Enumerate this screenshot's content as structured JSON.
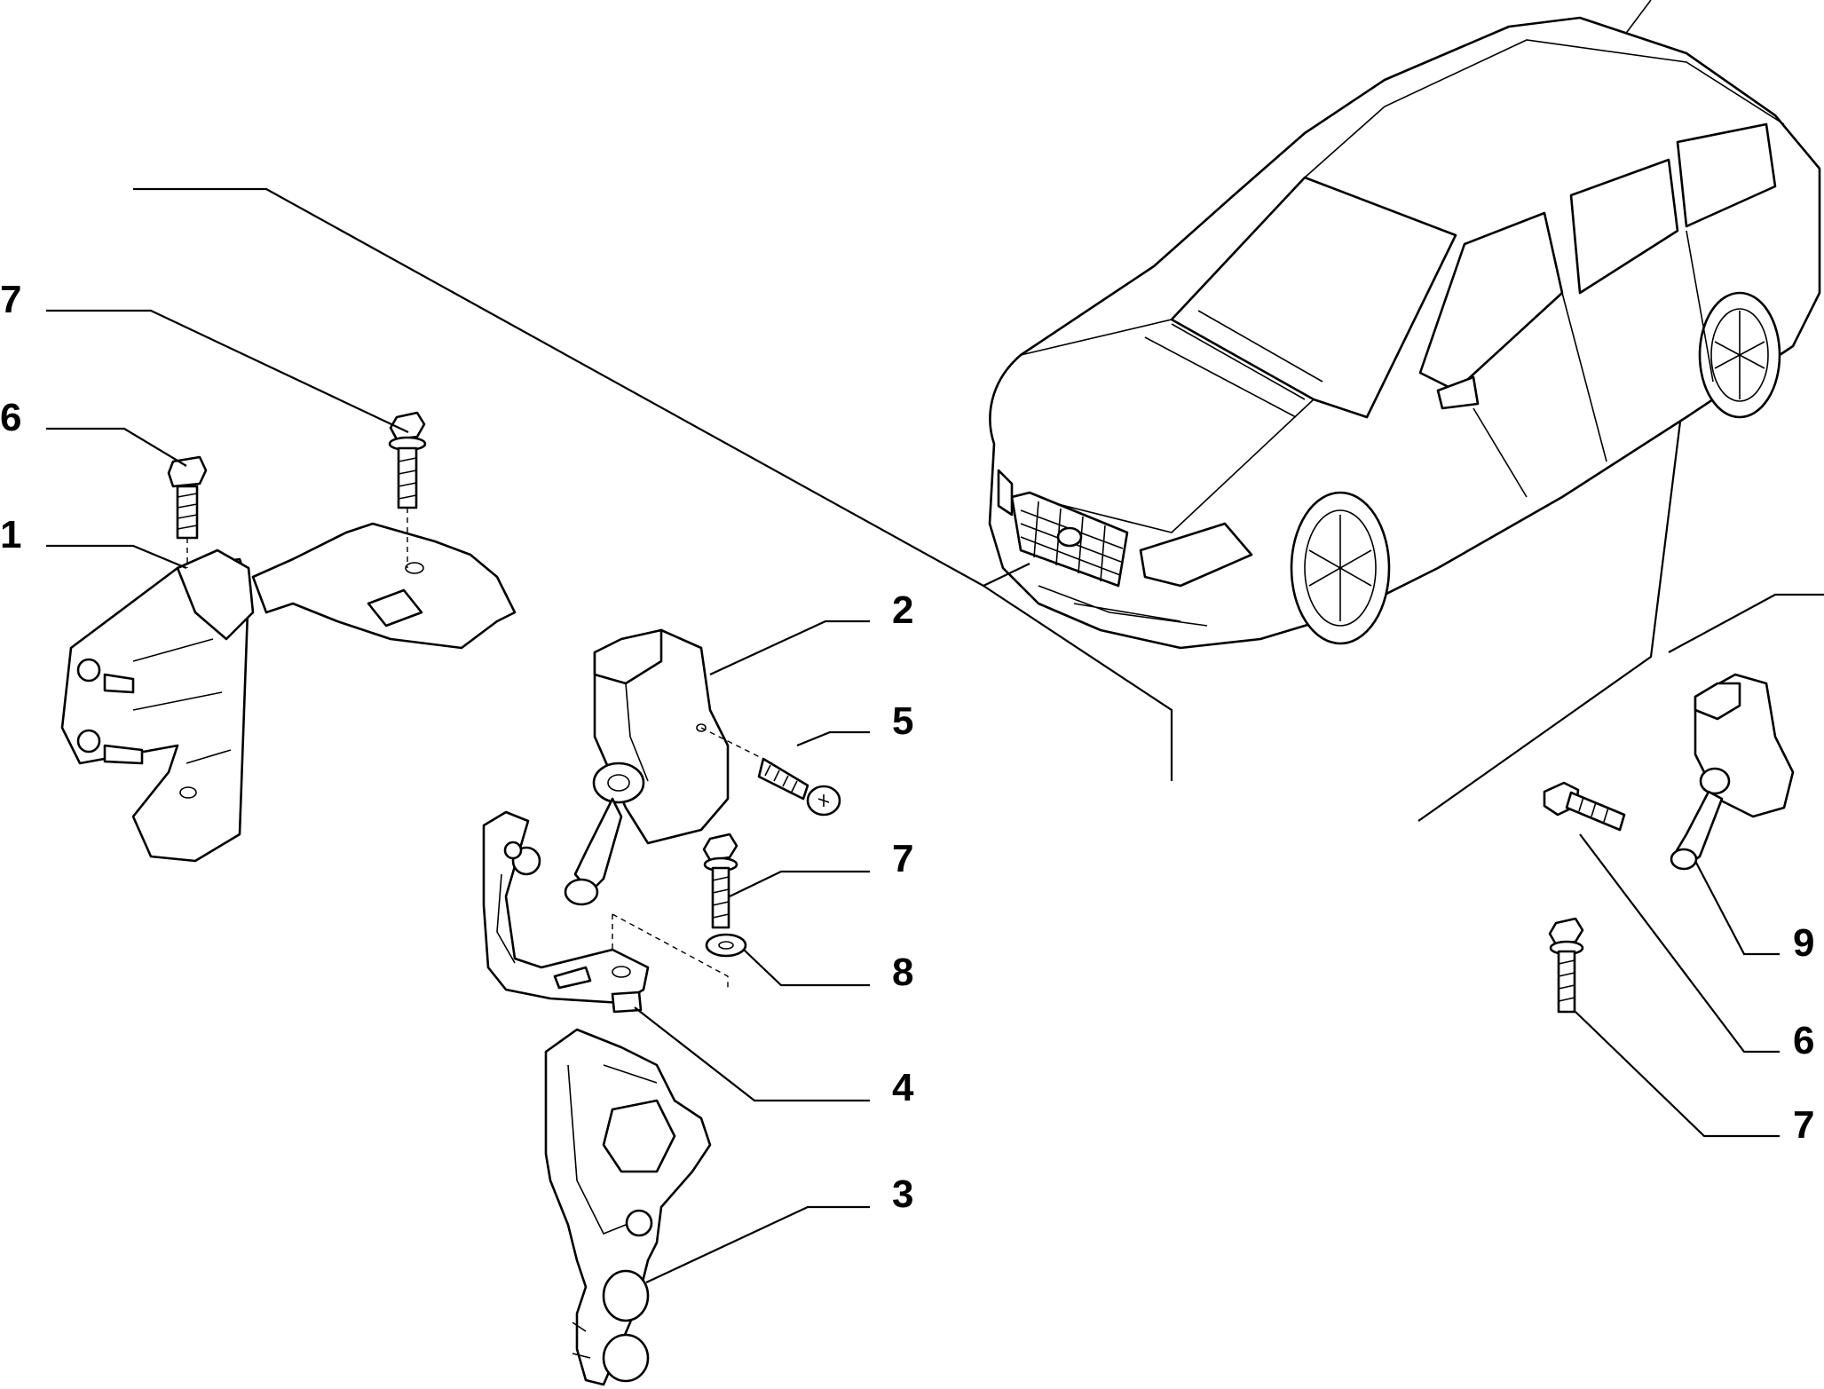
{
  "callouts": [
    {
      "id": "c-7-top",
      "text": "7"
    },
    {
      "id": "c-6-left",
      "text": "6"
    },
    {
      "id": "c-1",
      "text": "1"
    },
    {
      "id": "c-2",
      "text": "2"
    },
    {
      "id": "c-5",
      "text": "5"
    },
    {
      "id": "c-7-mid",
      "text": "7"
    },
    {
      "id": "c-8",
      "text": "8"
    },
    {
      "id": "c-4",
      "text": "4"
    },
    {
      "id": "c-3",
      "text": "3"
    },
    {
      "id": "c-9",
      "text": "9"
    },
    {
      "id": "c-6-right",
      "text": "6"
    },
    {
      "id": "c-7-right",
      "text": "7"
    }
  ],
  "colors": {
    "ink": "#000000",
    "paper": "#ffffff"
  }
}
